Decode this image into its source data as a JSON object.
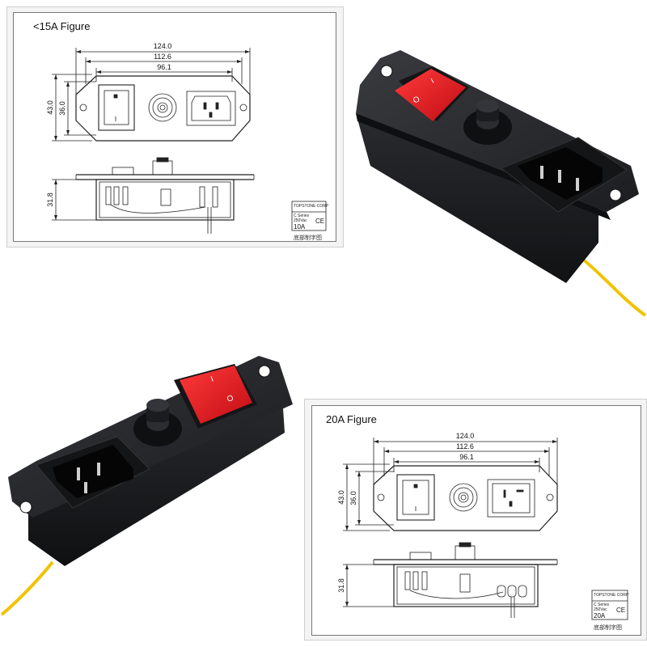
{
  "figures": {
    "top": {
      "title": "<15A Figure",
      "dims": {
        "w1": "124.0",
        "w2": "112.6",
        "w3": "96.1",
        "h1": "43.0",
        "h2": "36.0",
        "depth": "31.8"
      },
      "label_box": {
        "brand": "TOPSTONE CORP",
        "series": "C Series",
        "volt": "250Vac",
        "rating": "10A",
        "mark": "CE"
      },
      "caption": "底部制字图"
    },
    "bottom": {
      "title": "20A Figure",
      "dims": {
        "w1": "124.0",
        "w2": "112.6",
        "w3": "96.1",
        "h1": "43.0",
        "h2": "36.0",
        "depth": "31.8"
      },
      "label_box": {
        "brand": "TOPSTONE CORP",
        "series": "C Series",
        "volt": "250Vac",
        "rating": "20A",
        "mark": "CE"
      },
      "caption": "底部制字图"
    }
  },
  "colors": {
    "housing": "#1e1f22",
    "switch": "#e8141c",
    "cable": "#f2c200",
    "line": "#222222"
  },
  "icons": [
    "rocker-switch-icon",
    "push-button-icon",
    "iec-inlet-icon",
    "ce-mark-icon"
  ]
}
